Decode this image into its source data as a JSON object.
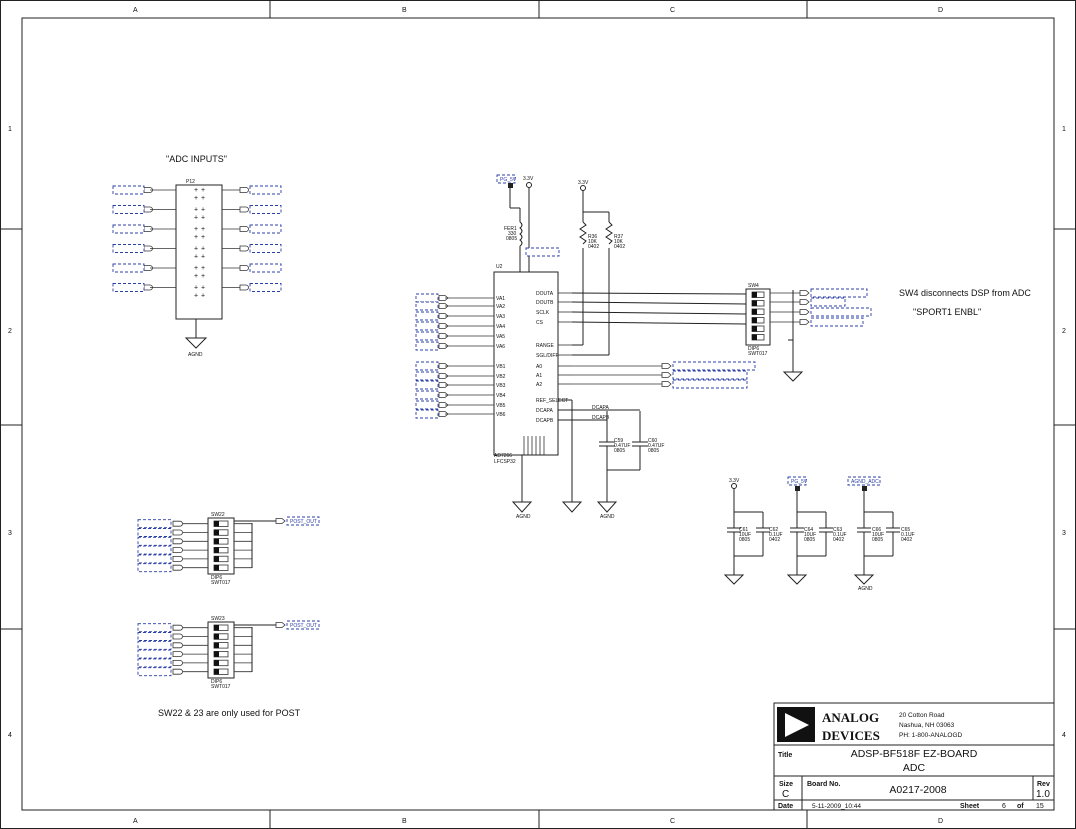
{
  "frame": {
    "columns": [
      "A",
      "B",
      "C",
      "D"
    ],
    "rows": [
      "1",
      "2",
      "3",
      "4"
    ]
  },
  "notes": {
    "adc_inputs": "\"ADC INPUTS\"",
    "sw4_note": "SW4 disconnects DSP from ADC",
    "sport_note": "\"SPORT1 ENBL\"",
    "post_note": "SW22 & 23 are only used for POST"
  },
  "parts": {
    "p12": "P12",
    "u2": "U2",
    "u2_part": "AD7266",
    "u2_pkg": "LFCSP32",
    "sw4": "SW4",
    "sw22": "SW22",
    "sw23": "SW23",
    "dip6": "DIP6",
    "swt017": "SWT017",
    "fer1": "FER1",
    "fer1_val": "330",
    "fer1_pkg": "0805",
    "r36": "R36",
    "r37": "R37",
    "r_val": "10K",
    "r_pkg": "0402",
    "c59": "C59",
    "c60": "C60",
    "c60_val": "0.47UF",
    "c_pkg_0805": "0805",
    "c61": "C61",
    "c62": "C62",
    "c63": "C63",
    "c64": "C64",
    "c65": "C65",
    "c66": "C66",
    "cap_10uf": "10UF",
    "cap_01uf": "0.1UF",
    "pkg_0402": "0402"
  },
  "power": {
    "v33": "3.3V",
    "pg_5v": "PG_5V",
    "agnd": "AGND",
    "agnd_adc": "AGND_ADC"
  },
  "u2_pins_left": [
    "VA1",
    "VA2",
    "VA3",
    "VA4",
    "VA5",
    "VA6",
    "VB1",
    "VB2",
    "VB3",
    "VB4",
    "VB5",
    "VB6"
  ],
  "u2_pins_right": [
    "DOUTA",
    "DOUTB",
    "SCLK",
    "CS",
    "RANGE",
    "SGL/DIFF",
    "A0",
    "A1",
    "A2",
    "REF_SELECT",
    "DCAPA",
    "DCAPB"
  ],
  "dcap_nets": [
    "DCAPA",
    "DCAPB"
  ],
  "sw4_nets": [
    "SPORT1_DRPRI_SW",
    "SPORT1_DRSEC",
    "SPORT1_RSCLK_SW",
    "SPORT1_RFS_SW"
  ],
  "sw4_adc_nets": [
    "ADC_A0_SPORT1_DRSEC",
    "ADC_A1_SPORT1",
    "ADC_A2_SPORT1"
  ],
  "post_out": [
    "POST_OUT",
    "POST_OUT"
  ],
  "title_block": {
    "company_line1": "ANALOG",
    "company_line2": "DEVICES",
    "address1": "20 Cotton Road",
    "address2": "Nashua, NH 03063",
    "phone": "PH: 1-800-ANALOGD",
    "title_label": "Title",
    "title1": "ADSP-BF518F EZ-BOARD",
    "title2": "ADC",
    "size_label": "Size",
    "size": "C",
    "board_label": "Board No.",
    "board_no": "A0217-2008",
    "rev_label": "Rev",
    "rev": "1.0",
    "date_label": "Date",
    "date": "5-11-2009_10:44",
    "sheet_label": "Sheet",
    "sheet": "6",
    "of_label": "of",
    "total": "15"
  }
}
